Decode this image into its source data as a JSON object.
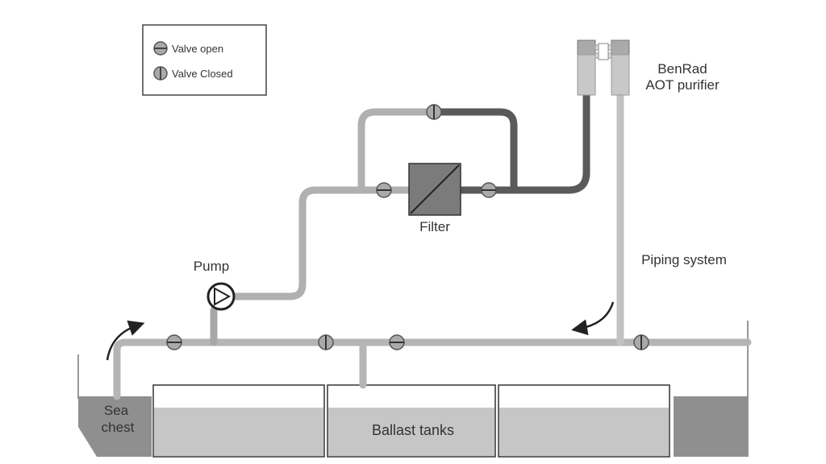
{
  "legend": {
    "open_label": "Valve open",
    "closed_label": "Valve Closed"
  },
  "labels": {
    "purifier_line1": "BenRad",
    "purifier_line2": "AOT purifier",
    "filter": "Filter",
    "pump": "Pump",
    "piping": "Piping system",
    "sea_chest_line1": "Sea",
    "sea_chest_line2": "chest",
    "ballast": "Ballast tanks"
  },
  "colors": {
    "pipe_light": "#bdbdbd",
    "pipe_mid": "#9e9e9e",
    "pipe_dark": "#5f5f5f",
    "tank_water": "#c4c4c4",
    "hull": "#8a8a8a",
    "filter": "#7b7b7b"
  },
  "icons": [
    "valve-open-icon",
    "valve-closed-icon",
    "pump-icon",
    "filter-icon",
    "flow-arrow-icon"
  ]
}
